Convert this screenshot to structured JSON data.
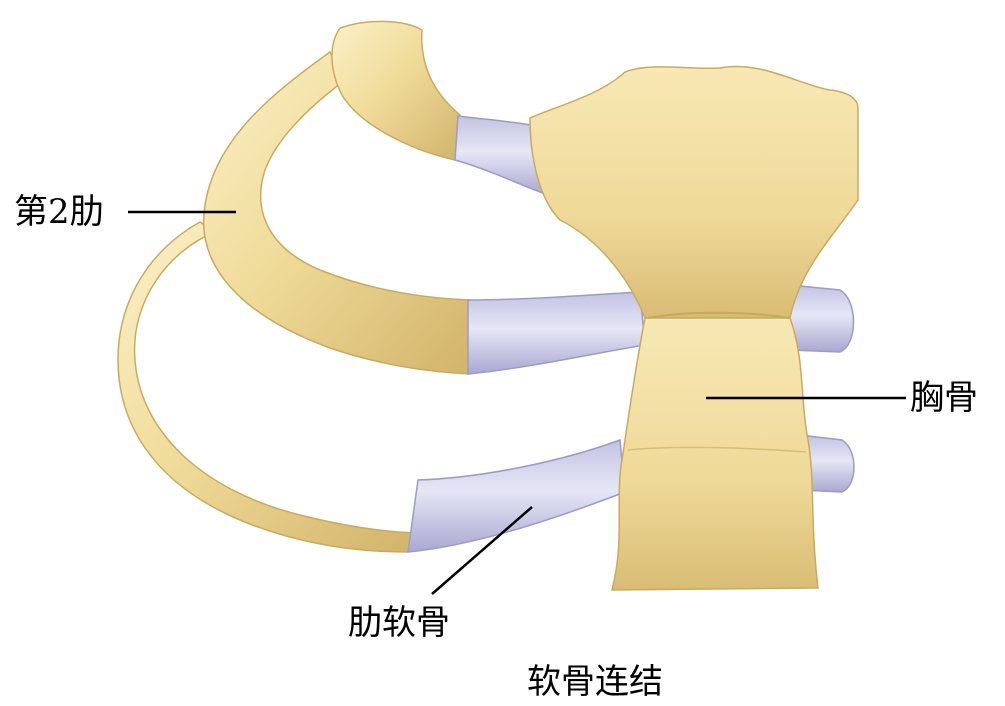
{
  "labels": {
    "rib": "第2肋",
    "sternum": "胸骨",
    "cartilage": "肋软骨"
  },
  "caption": "软骨连结",
  "colors": {
    "bone": "#f0dc9a",
    "bone_shadow": "#d2b36a",
    "bone_highlight": "#fbf0c9",
    "cartilage": "#d4d4ee",
    "cartilage_shadow": "#a9a8d0",
    "leader_line": "#000000"
  }
}
